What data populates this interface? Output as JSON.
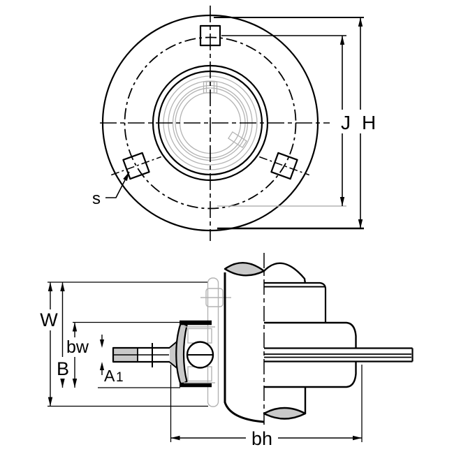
{
  "colors": {
    "line": "#000000",
    "gray_line": "#b3b3b3",
    "gray_fill": "#c9c9c9",
    "background": "#ffffff"
  },
  "front_view": {
    "labels": {
      "screw": "s",
      "bolt_circle": "J",
      "housing_height": "H"
    }
  },
  "side_view": {
    "labels": {
      "overall_width": "W",
      "inner_race_width": "bw",
      "bearing_width": "B",
      "shaft_dim_letter": "A",
      "shaft_dim_sub": "1",
      "base_width": "bh"
    }
  }
}
